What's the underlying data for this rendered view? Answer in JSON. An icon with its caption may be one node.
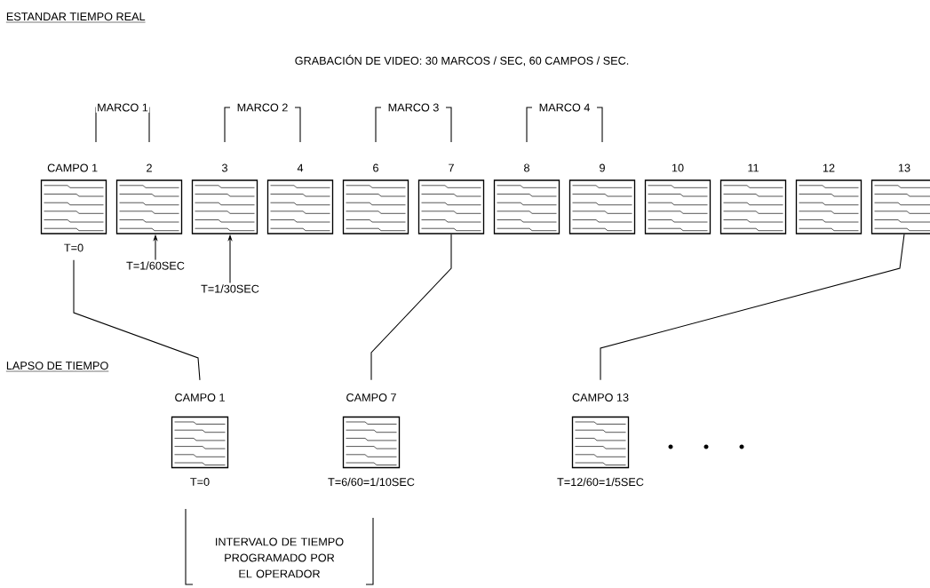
{
  "diagram": {
    "nodes": [
      {
        "text": [
          "CAMPO 1"
        ],
        "beside": [
          "T=0"
        ]
      },
      {
        "text": [
          "2"
        ]
      },
      {
        "text": [
          "3"
        ]
      },
      {
        "text": [
          "4"
        ]
      },
      {
        "text": [
          "6"
        ]
      },
      {
        "text": [
          "7"
        ]
      },
      {
        "text": [
          "8"
        ]
      },
      {
        "text": [
          "9"
        ]
      },
      {
        "text": [
          "10"
        ]
      },
      {
        "text": [
          "11"
        ]
      },
      {
        "text": [
          "12"
        ]
      },
      {
        "text": [
          "13"
        ]
      },
      {
        "text": [
          "T=1/60SEC"
        ]
      },
      {
        "text": [
          "T=1/30SEC"
        ]
      },
      {
        "text": [
          "CAMPO 1"
        ],
        "beside": [
          "T=0"
        ]
      },
      {
        "text": [
          "CAMPO 7"
        ],
        "beside": [
          "T=6/60=1/10SEC"
        ]
      },
      {
        "text": [
          "CAMPO 13"
        ],
        "beside": [
          "T=12/60=1/5SEC"
        ]
      }
    ],
    "edges": [
      {
        "from": 12,
        "to": 1,
        "arrow": "to"
      },
      {
        "from": 13,
        "to": 2,
        "arrow": "to"
      },
      {
        "from": 0,
        "to": 14,
        "arrow": "none"
      },
      {
        "from": 5,
        "to": 15,
        "arrow": "none"
      },
      {
        "from": 11,
        "to": 16,
        "arrow": "none"
      }
    ],
    "labels": [
      "ESTANDAR TIEMPO REAL",
      "GRABACIÓN DE VIDEO: 30 MARCOS / SEC, 60 CAMPOS / SEC.",
      "MARCO 1",
      "MARCO 2",
      "MARCO 3",
      "MARCO 4",
      "LAPSO DE TIEMPO",
      "INTERVALO DE TIEMPO PROGRAMADO POR EL OPERADOR"
    ]
  }
}
